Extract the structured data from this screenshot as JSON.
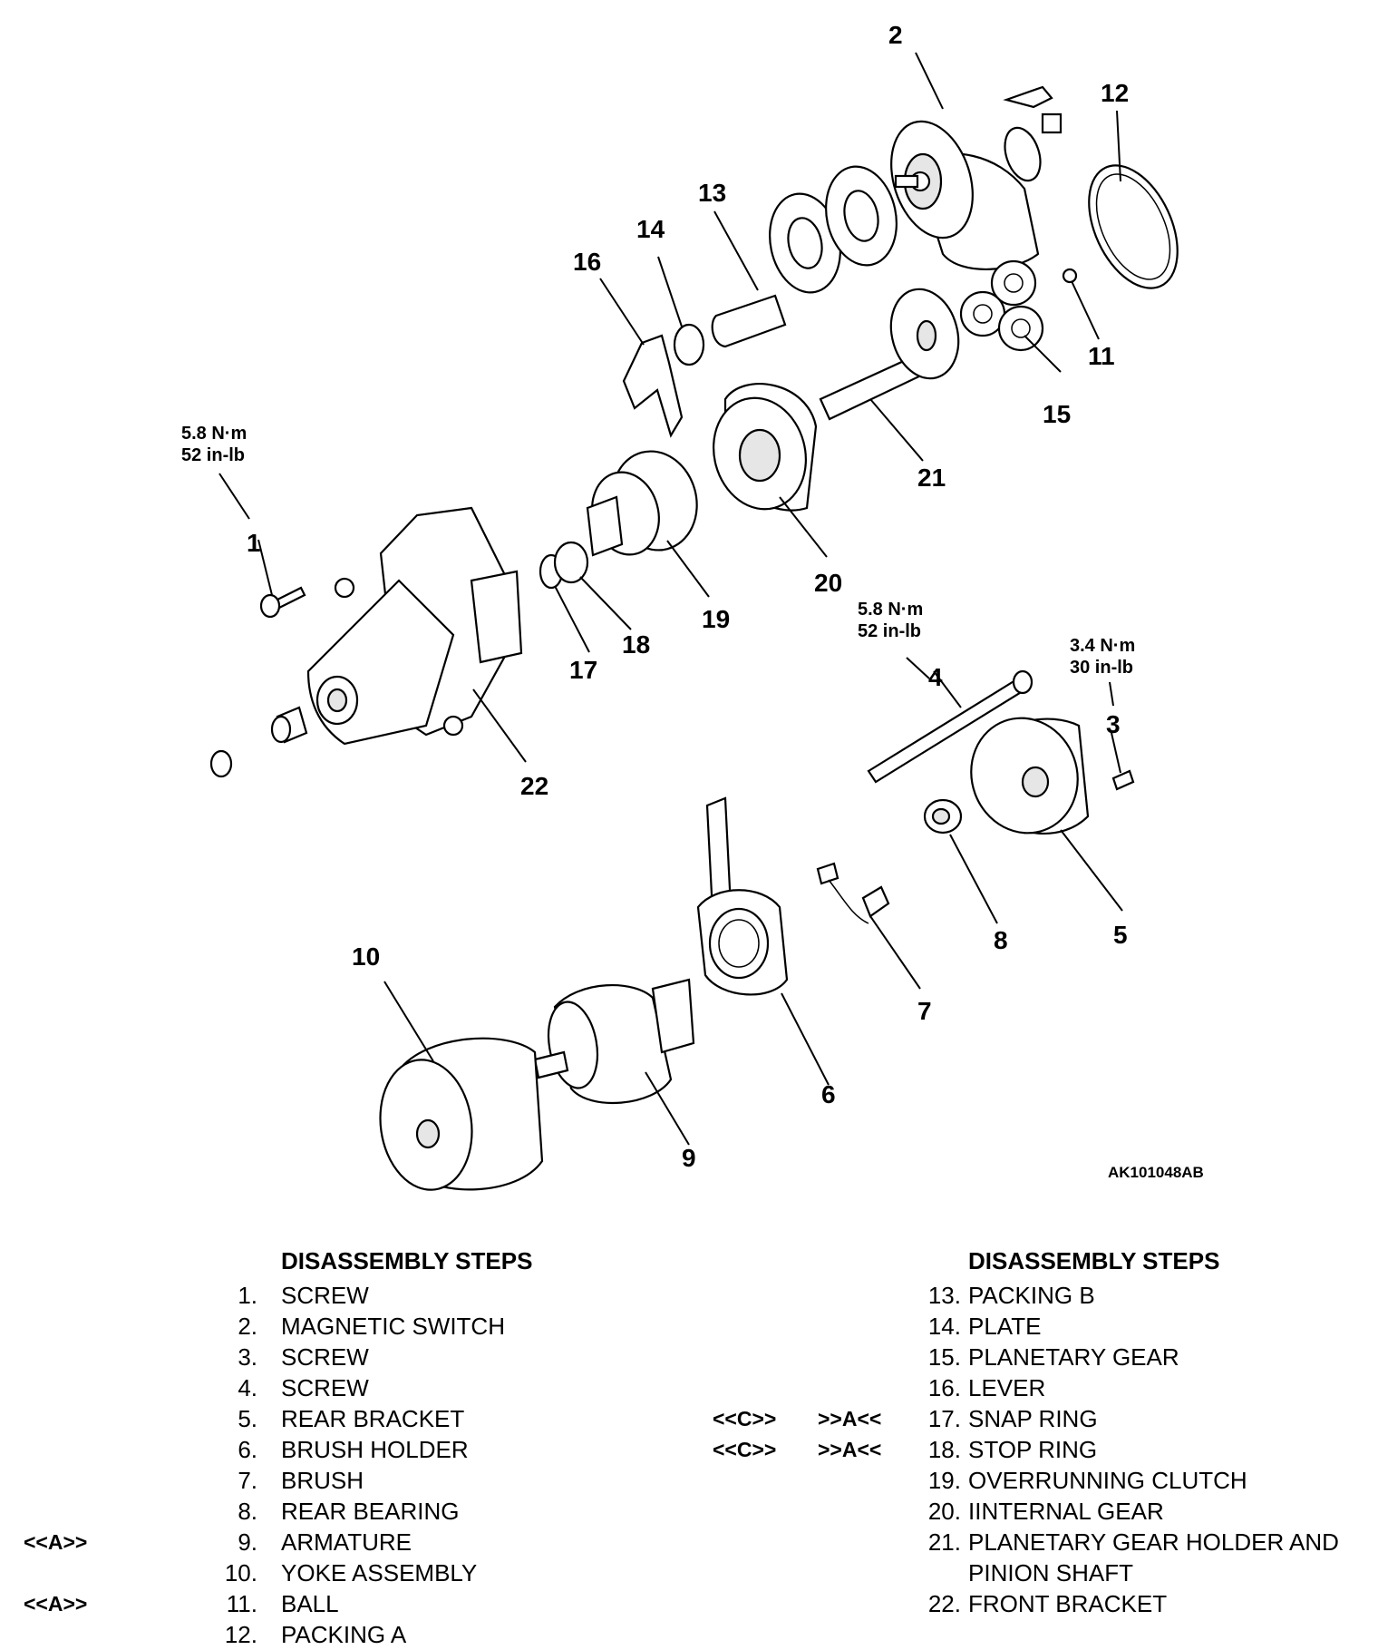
{
  "callouts": {
    "c1": "1",
    "c2": "2",
    "c3": "3",
    "c4": "4",
    "c5": "5",
    "c6": "6",
    "c7": "7",
    "c8": "8",
    "c9": "9",
    "c10": "10",
    "c11": "11",
    "c12": "12",
    "c13": "13",
    "c14": "14",
    "c15": "15",
    "c16": "16",
    "c17": "17",
    "c18": "18",
    "c19": "19",
    "c20": "20",
    "c21": "21",
    "c22": "22"
  },
  "torque": {
    "screw1_nm": "5.8 N·m",
    "screw1_inlb": "52 in-lb",
    "screw4_nm": "5.8 N·m",
    "screw4_inlb": "52 in-lb",
    "screw3_nm": "3.4 N·m",
    "screw3_inlb": "30 in-lb"
  },
  "figure_id": "AK101048AB",
  "steps_left": {
    "heading": "DISASSEMBLY STEPS",
    "items": [
      {
        "marker": "",
        "num": "1.",
        "label": "SCREW"
      },
      {
        "marker": "",
        "num": "2.",
        "label": "MAGNETIC SWITCH"
      },
      {
        "marker": "",
        "num": "3.",
        "label": "SCREW"
      },
      {
        "marker": "",
        "num": "4.",
        "label": "SCREW"
      },
      {
        "marker": "",
        "num": "5.",
        "label": "REAR BRACKET"
      },
      {
        "marker": "",
        "num": "6.",
        "label": "BRUSH HOLDER"
      },
      {
        "marker": "",
        "num": "7.",
        "label": "BRUSH"
      },
      {
        "marker": "",
        "num": "8.",
        "label": "REAR BEARING"
      },
      {
        "marker": "<<A>>",
        "num": "9.",
        "label": "ARMATURE"
      },
      {
        "marker": "",
        "num": "10.",
        "label": "YOKE ASSEMBLY"
      },
      {
        "marker": "<<A>>",
        "num": "11.",
        "label": "BALL"
      },
      {
        "marker": "",
        "num": "12.",
        "label": "PACKING A"
      }
    ]
  },
  "steps_right": {
    "heading": "DISASSEMBLY STEPS",
    "items": [
      {
        "marker1": "",
        "marker2": "",
        "num": "13.",
        "label": "PACKING B"
      },
      {
        "marker1": "",
        "marker2": "",
        "num": "14.",
        "label": "PLATE"
      },
      {
        "marker1": "",
        "marker2": "",
        "num": "15.",
        "label": "PLANETARY GEAR"
      },
      {
        "marker1": "",
        "marker2": "",
        "num": "16.",
        "label": "LEVER"
      },
      {
        "marker1": "<<C>>",
        "marker2": ">>A<<",
        "num": "17.",
        "label": "SNAP RING"
      },
      {
        "marker1": "<<C>>",
        "marker2": ">>A<<",
        "num": "18.",
        "label": "STOP RING"
      },
      {
        "marker1": "",
        "marker2": "",
        "num": "19.",
        "label": "OVERRUNNING CLUTCH"
      },
      {
        "marker1": "",
        "marker2": "",
        "num": "20.",
        "label": "IINTERNAL GEAR"
      },
      {
        "marker1": "",
        "marker2": "",
        "num": "21.",
        "label": "PLANETARY GEAR HOLDER AND"
      },
      {
        "marker1": "",
        "marker2": "",
        "num": "",
        "label": "PINION SHAFT"
      },
      {
        "marker1": "",
        "marker2": "",
        "num": "22.",
        "label": "FRONT BRACKET"
      }
    ]
  }
}
